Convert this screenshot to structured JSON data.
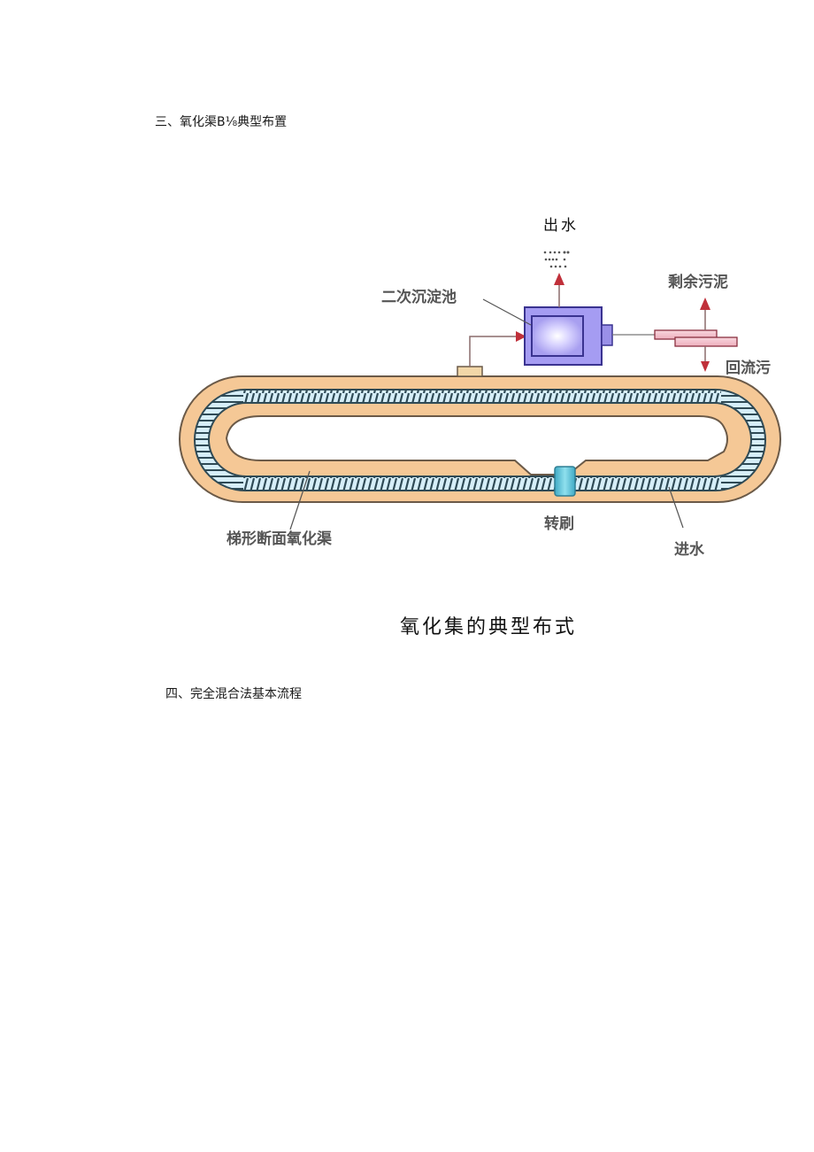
{
  "document": {
    "section3_heading": "三、氧化渠B⅛典型布置",
    "section4_heading": "四、完全混合法基本流程",
    "figure_caption": "氧化集的典型布式"
  },
  "diagram": {
    "labels": {
      "outlet_water": "出水",
      "secondary_clarifier": "二次沉淀池",
      "excess_sludge": "剩余污泥",
      "return_sludge": "回流污",
      "trapezoid_channel": "梯形断面氧化渠",
      "rotor_brush": "转刷",
      "inlet_water": "进水"
    },
    "colors": {
      "channel_orange": "#F5C896",
      "channel_outline": "#6B5A48",
      "water_blue": "#D6EEF8",
      "hatch_dark": "#2F4A55",
      "clarifier_purple": "#A59CF2",
      "clarifier_border": "#3A3390",
      "arrow_red": "#C0303A",
      "sludge_pink": "#F4C4CE",
      "brush_teal": "#5CC6D8"
    }
  }
}
